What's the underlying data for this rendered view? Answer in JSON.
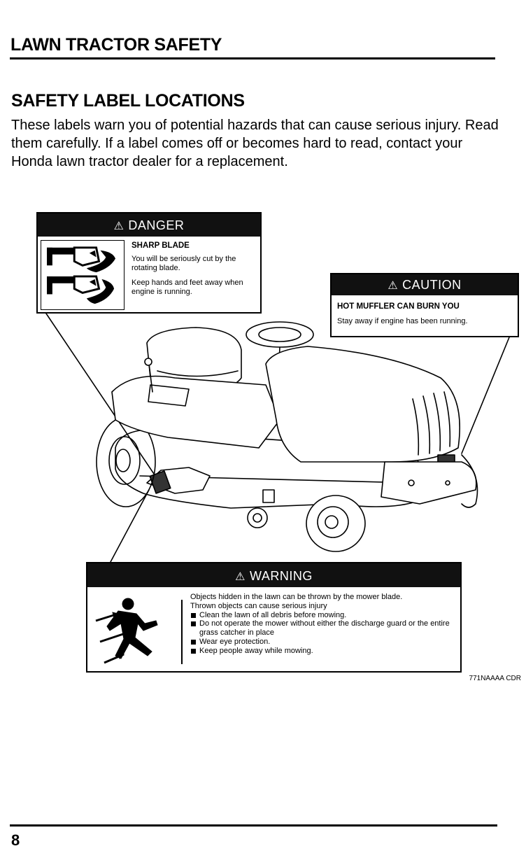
{
  "header": {
    "title": "LAWN TRACTOR SAFETY"
  },
  "section": {
    "title": "SAFETY LABEL LOCATIONS",
    "intro": "These labels warn you of potential hazards that can cause serious injury. Read them carefully. If a label comes off or becomes hard to read, contact your Honda lawn tractor dealer for a replacement."
  },
  "labels": {
    "danger": {
      "heading": "DANGER",
      "title": "SHARP BLADE",
      "line1": "You will be seriously cut by the rotating blade.",
      "line2": "Keep hands and feet away when engine is running."
    },
    "caution": {
      "heading": "CAUTION",
      "title": "HOT MUFFLER CAN BURN YOU",
      "line1": "Stay away if engine has been running."
    },
    "warning": {
      "heading": "WARNING",
      "line1": "Objects hidden in the lawn can be thrown by the mower blade.",
      "line2": "Thrown objects can cause serious injury",
      "bullets": [
        "Clean the lawn of all debris before mowing.",
        "Do not operate the mower without either the discharge guard or the entire grass catcher in place",
        "Wear eye protection.",
        "Keep people away while mowing."
      ]
    }
  },
  "figure_code": "771NAAAA CDR",
  "page_number": "8",
  "icons": {
    "alert": "warning-triangle-icon",
    "blade": "blade-hazard-icon",
    "thrown": "thrown-object-icon"
  }
}
